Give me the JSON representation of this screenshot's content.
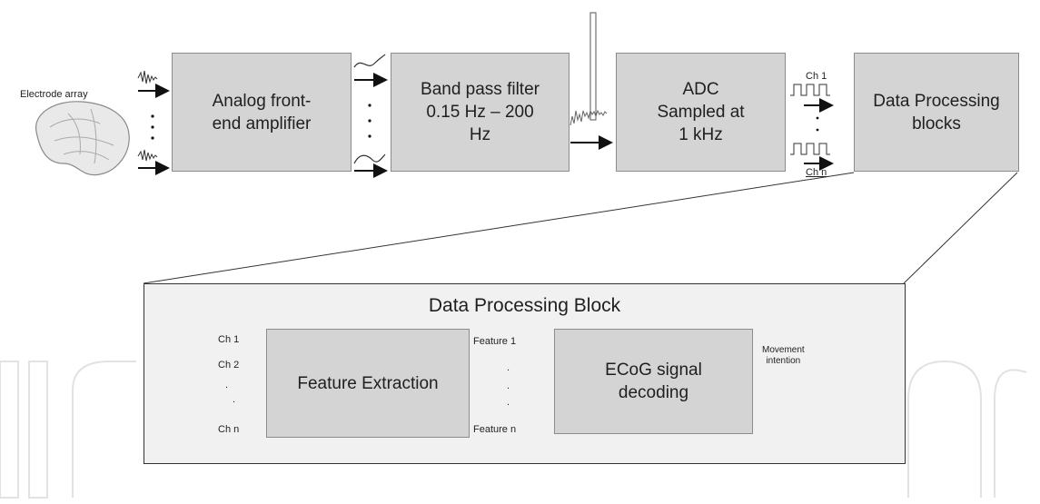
{
  "top": {
    "electrode_label": "Electrode array",
    "blocks": [
      {
        "id": "amp",
        "label": "Analog front-\nend amplifier"
      },
      {
        "id": "bpf",
        "label": "Band pass filter\n0.15 Hz – 200\nHz"
      },
      {
        "id": "adc",
        "label": "ADC\nSampled at\n1 kHz"
      },
      {
        "id": "dpb",
        "label": "Data Processing\nblocks"
      }
    ],
    "channel_first": "Ch 1",
    "channel_last": "Ch n"
  },
  "detail": {
    "title": "Data Processing Block",
    "inputs": [
      "Ch 1",
      "Ch 2",
      ".",
      ".",
      "Ch n"
    ],
    "feature_block": "Feature Extraction",
    "features": [
      "Feature 1",
      ".",
      ".",
      ".",
      "Feature n"
    ],
    "decoding_block": "ECoG signal\ndecoding",
    "output_label": "Movement\nintention"
  },
  "colors": {
    "box_fill": "#d4d4d4",
    "panel_fill": "#f1f1f1",
    "stroke": "#333333"
  }
}
